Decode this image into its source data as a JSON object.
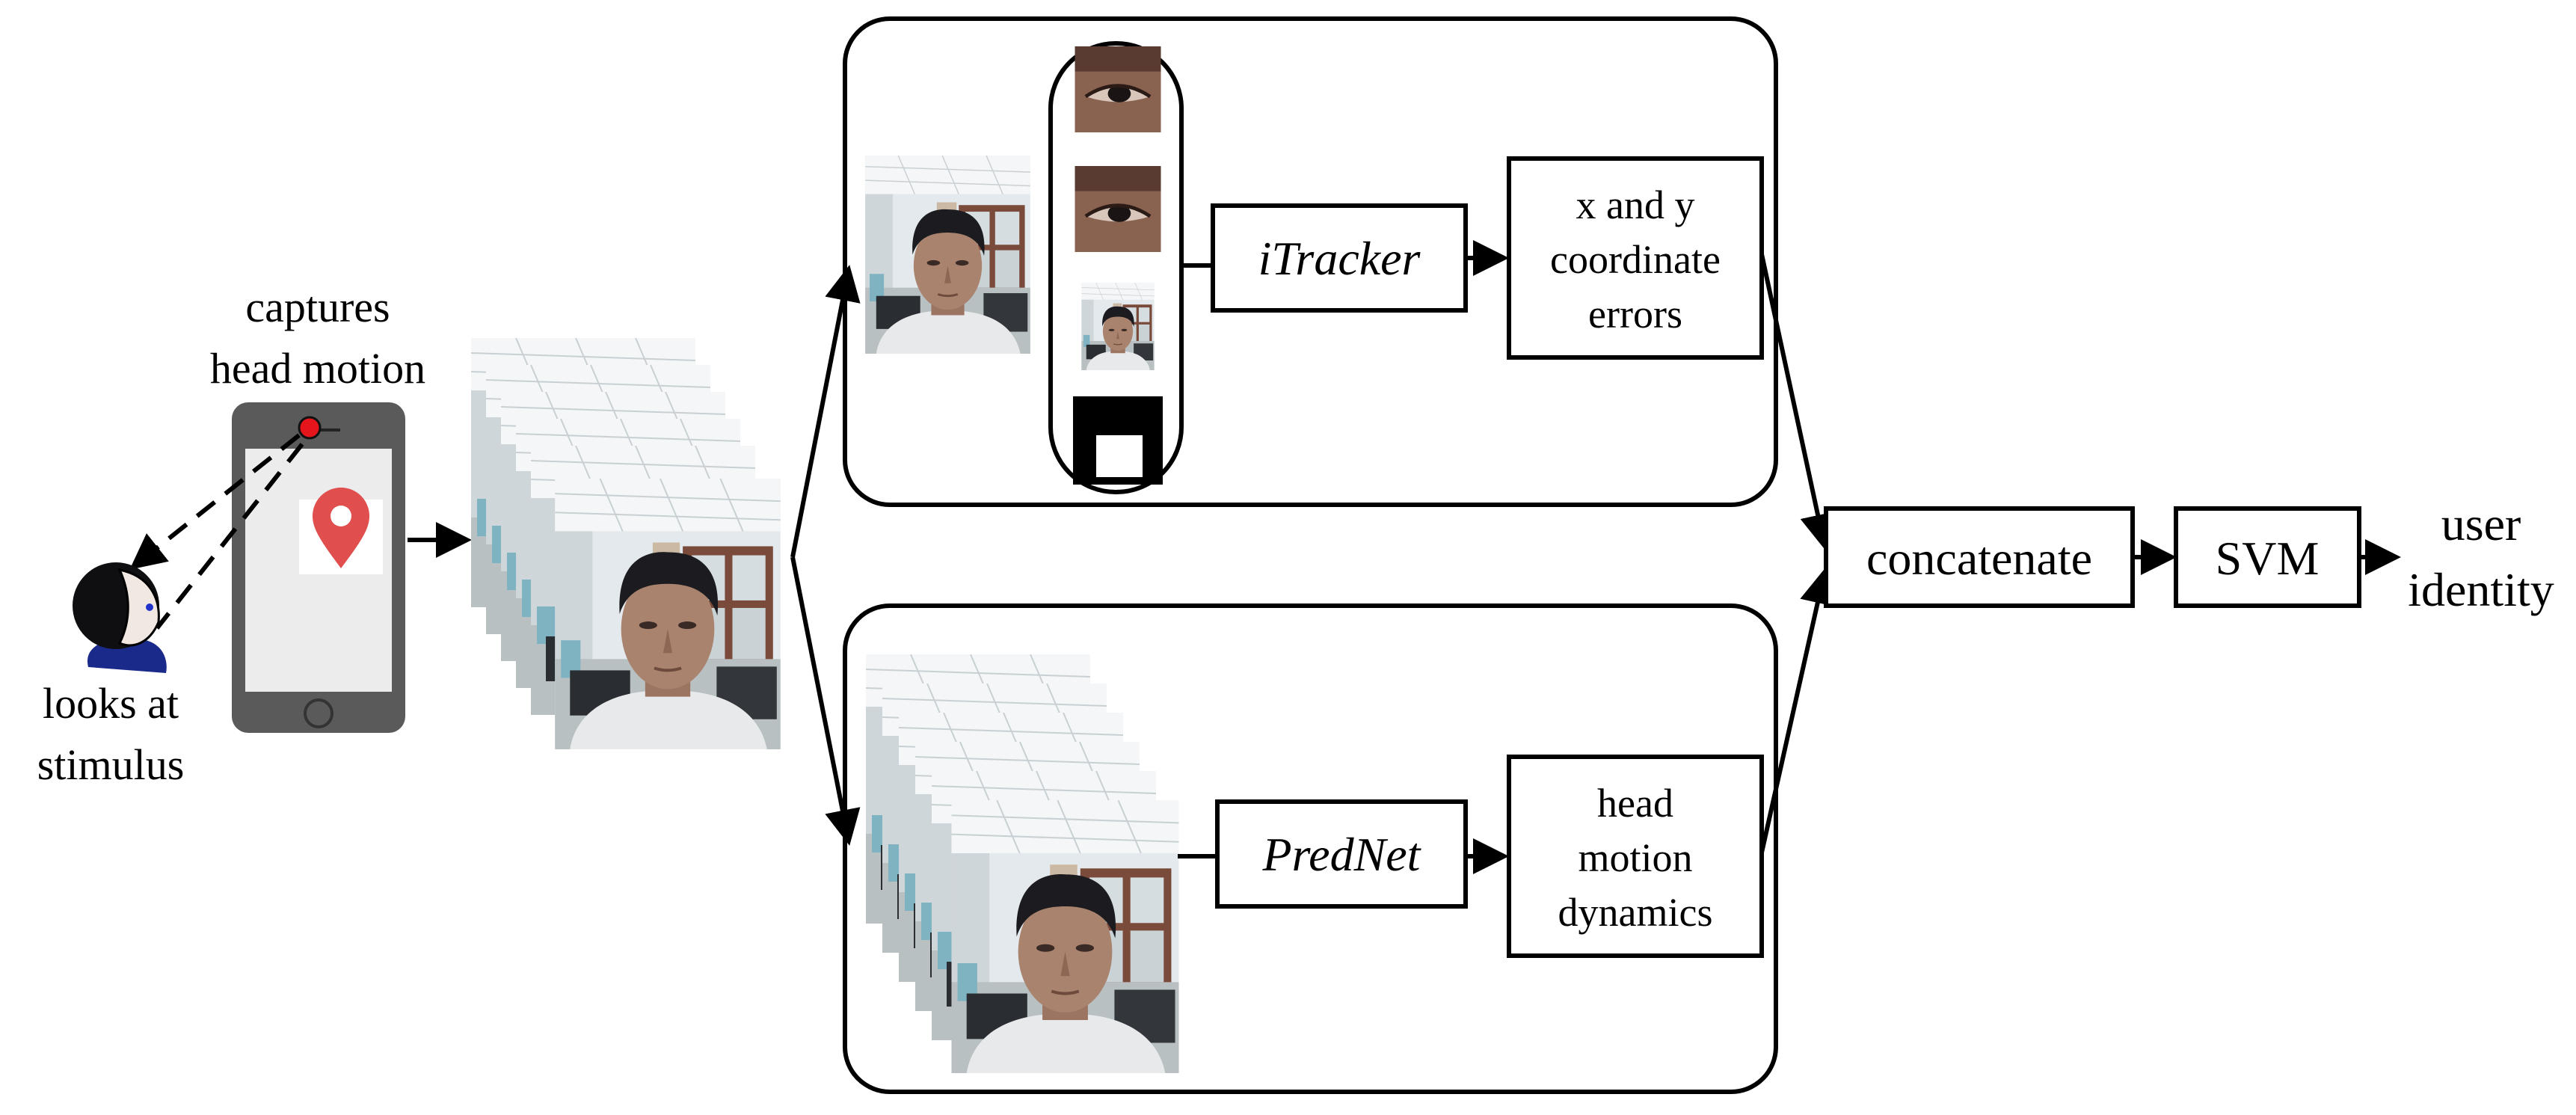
{
  "phone": {
    "top_label": [
      "captures",
      "head motion"
    ],
    "bottom_label": [
      "looks at",
      "stimulus"
    ]
  },
  "top_branch": {
    "model": "iTracker",
    "output": [
      "x and y",
      "coordinate",
      "errors"
    ]
  },
  "bottom_branch": {
    "model": "PredNet",
    "output": [
      "head",
      "motion",
      "dynamics"
    ]
  },
  "fusion": {
    "concat": "concatenate",
    "classifier": "SVM",
    "result": [
      "user",
      "identity"
    ]
  },
  "colors": {
    "stroke": "#000000",
    "phone_body": "#5a5a5a",
    "phone_screen": "#ececec",
    "camera_dot": "#e4151b",
    "pin": "#e04e4e",
    "wall": "#dfe6ea",
    "shirt": "#e9eaec",
    "hair": "#1b1b1f",
    "skin": "#a8806b"
  }
}
